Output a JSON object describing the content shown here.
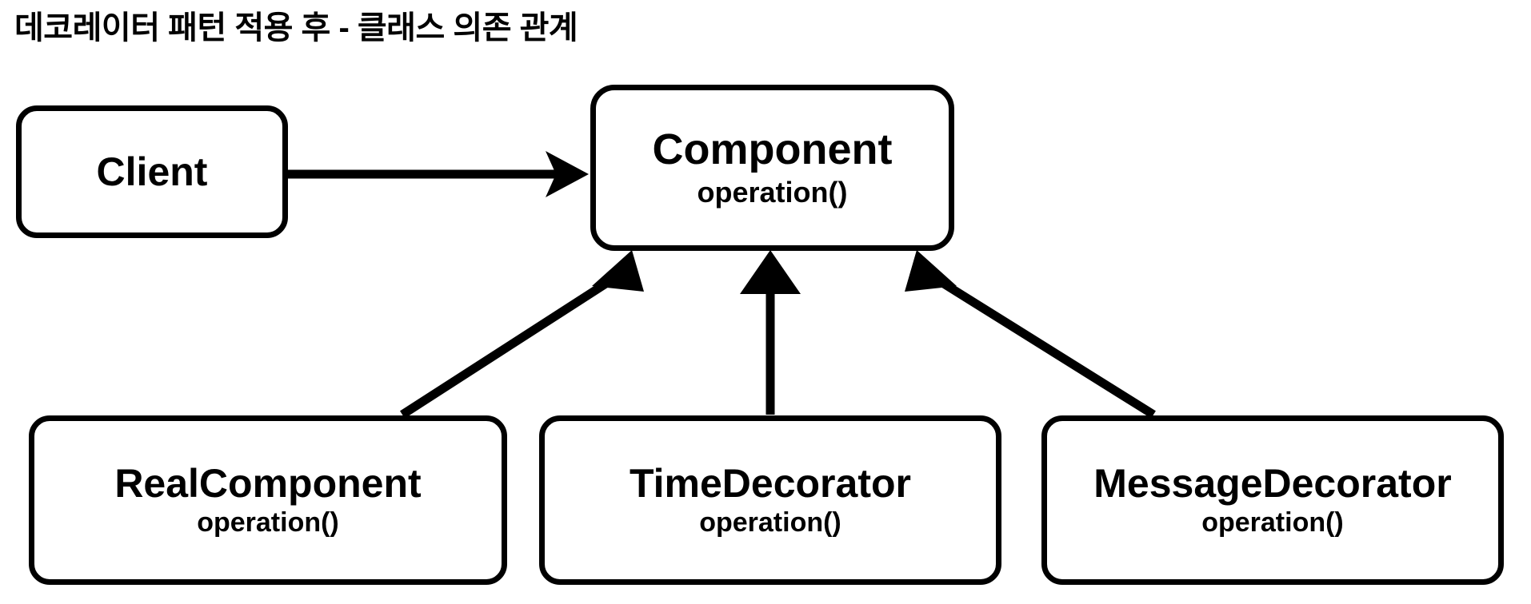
{
  "diagram": {
    "title": "데코레이터 패턴 적용 후 - 클래스 의존 관계",
    "type": "uml-class-diagram",
    "background_color": "#ffffff",
    "stroke_color": "#000000",
    "nodes": [
      {
        "id": "client",
        "name": "Client",
        "operation": ""
      },
      {
        "id": "component",
        "name": "Component",
        "operation": "operation()"
      },
      {
        "id": "realcomponent",
        "name": "RealComponent",
        "operation": "operation()"
      },
      {
        "id": "timedecorator",
        "name": "TimeDecorator",
        "operation": "operation()"
      },
      {
        "id": "messagedecorator",
        "name": "MessageDecorator",
        "operation": "operation()"
      }
    ],
    "edges": [
      {
        "id": "client-to-component",
        "from": "client",
        "to": "component",
        "relation": "dependency",
        "arrowhead": "open"
      },
      {
        "id": "realcomponent-to-component",
        "from": "realcomponent",
        "to": "component",
        "relation": "generalization",
        "arrowhead": "solid-triangle"
      },
      {
        "id": "timedecorator-to-component",
        "from": "timedecorator",
        "to": "component",
        "relation": "generalization",
        "arrowhead": "solid-triangle"
      },
      {
        "id": "messagedecorator-to-component",
        "from": "messagedecorator",
        "to": "component",
        "relation": "generalization",
        "arrowhead": "solid-triangle"
      }
    ]
  }
}
